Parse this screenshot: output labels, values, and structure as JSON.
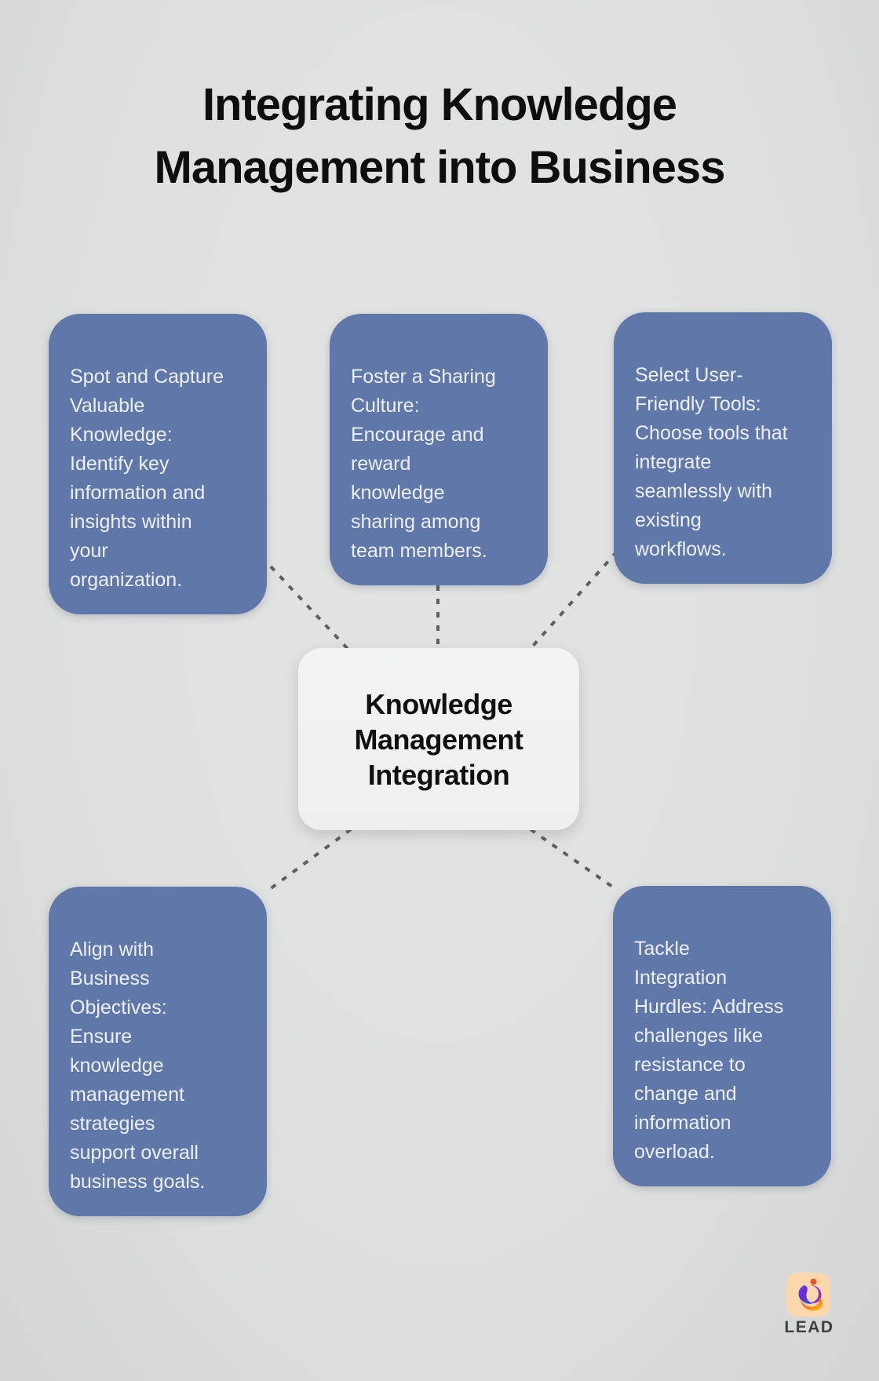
{
  "title": {
    "text": "Integrating Knowledge\nManagement into Business"
  },
  "center_node": {
    "label": "Knowledge\nManagement\nIntegration"
  },
  "cards": [
    {
      "text": "Spot and Capture\nValuable\nKnowledge:\nIdentify key\ninformation and\ninsights within\nyour\norganization."
    },
    {
      "text": "Foster a Sharing\nCulture:\nEncourage and\nreward\nknowledge\nsharing among\nteam members."
    },
    {
      "text": "Select User-\nFriendly Tools:\nChoose tools that\nintegrate\nseamlessly with\nexisting\nworkflows."
    },
    {
      "text": "Align with\nBusiness\nObjectives:\nEnsure\nknowledge\nmanagement\nstrategies\nsupport overall\nbusiness goals."
    },
    {
      "text": "Tackle\nIntegration\nHurdles: Address\nchallenges like\nresistance to\nchange and\ninformation\noverload."
    }
  ],
  "footer": {
    "brand": "LEAD"
  },
  "colors": {
    "background": "#dfe0e0",
    "card_fill": "#5f77a9",
    "card_text": "#edf1f7",
    "center_fill": "#eef0f2",
    "center_text": "#101010",
    "title_text": "#0e0e0e",
    "connector": "#5e5e5e",
    "logo_bg": "#fbd7ab",
    "brand_text": "#3c4144"
  }
}
